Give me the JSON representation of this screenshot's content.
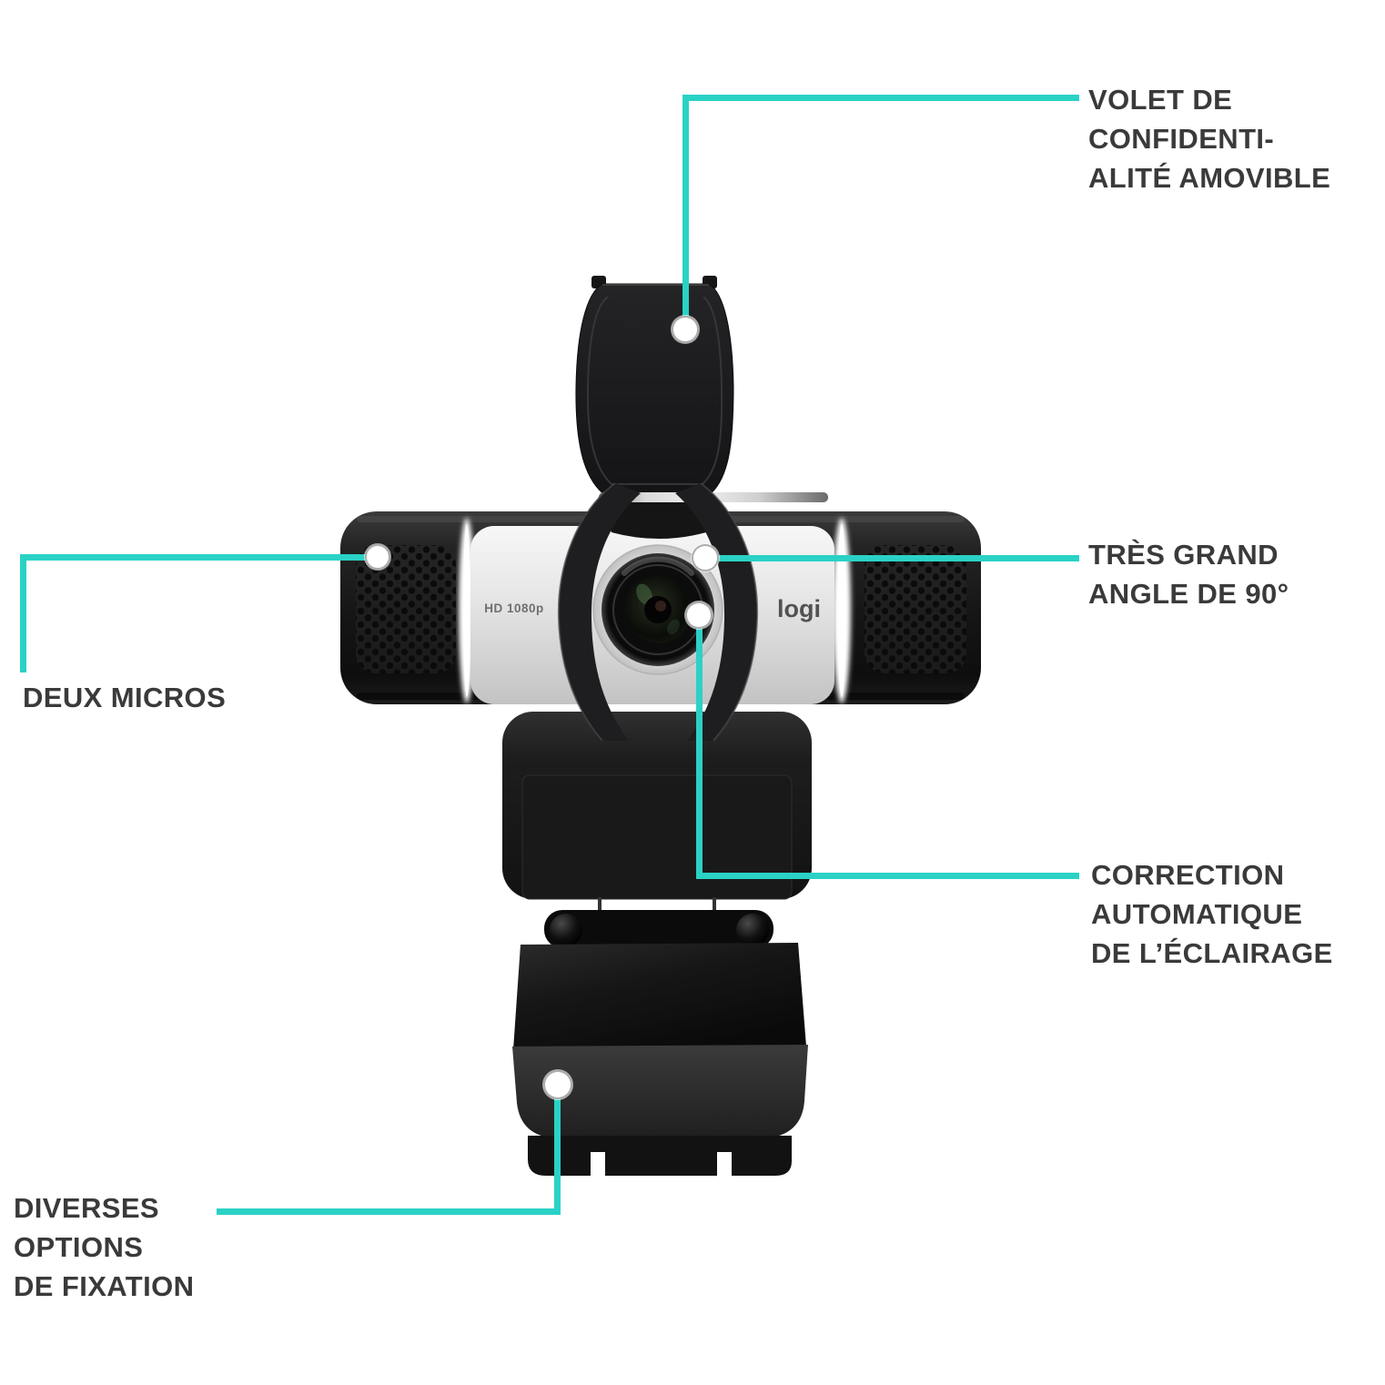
{
  "colors": {
    "accent": "#2ad2c6",
    "label_text": "#3a3a3a",
    "background": "#ffffff"
  },
  "product": {
    "name": "webcam",
    "logo_text": "logi",
    "sensor_text": "HD 1080p"
  },
  "callouts": {
    "privacy_shutter": {
      "text": "VOLET DE\nCONFIDENTI-\nALITÉ AMOVIBLE"
    },
    "wide_angle": {
      "text": "TRÈS GRAND\nANGLE DE 90°"
    },
    "light_correction": {
      "text": "CORRECTION\nAUTOMATIQUE\nDE L’ÉCLAIRAGE"
    },
    "dual_mics": {
      "text": "DEUX MICROS"
    },
    "mounting": {
      "text": "DIVERSES\nOPTIONS\nDE FIXATION"
    }
  }
}
